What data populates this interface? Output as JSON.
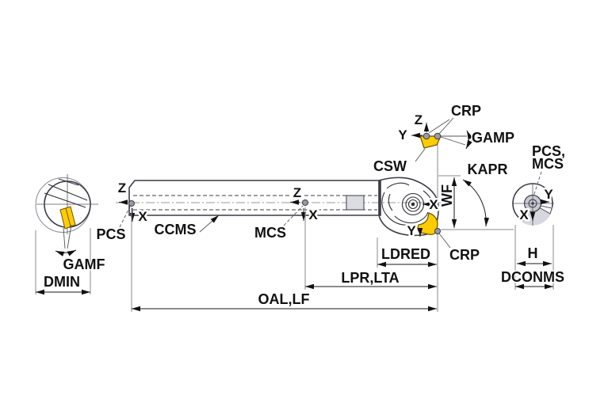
{
  "title": "boring-bar-tool-dimension-diagram",
  "labels": {
    "left_end_view": {
      "pcs": "PCS",
      "gamf": "GAMF",
      "dmin": "DMIN"
    },
    "shank": {
      "z_axis": "Z",
      "x_axis": "X",
      "ccms": "CCMS",
      "mcs": "MCS"
    },
    "insert_top_view": {
      "z_axis": "Z",
      "y_axis": "Y",
      "crp": "CRP",
      "gamp": "GAMP",
      "csw": "CSW"
    },
    "head": {
      "x_axis": "X",
      "y_axis": "Y",
      "wf": "WF",
      "kapr": "KAPR",
      "crp": "CRP",
      "ldred": "LDRED"
    },
    "length_dimensions": {
      "lpr_lta": "LPR,LTA",
      "oal_lf": "OAL,LF"
    },
    "right_end_view": {
      "pcs_mcs_line1": "PCS,",
      "pcs_mcs_line2": "MCS",
      "y_axis": "Y",
      "x_axis": "X",
      "h": "H",
      "dconms": "DCONMS"
    }
  },
  "colors": {
    "metal": "#b9bbc7",
    "metal_light": "#d6d7df",
    "insert_yellow": "#ffcc00",
    "outline": "#3c3c46",
    "dimension_line": "#1a1a1a",
    "background": "#ffffff"
  }
}
